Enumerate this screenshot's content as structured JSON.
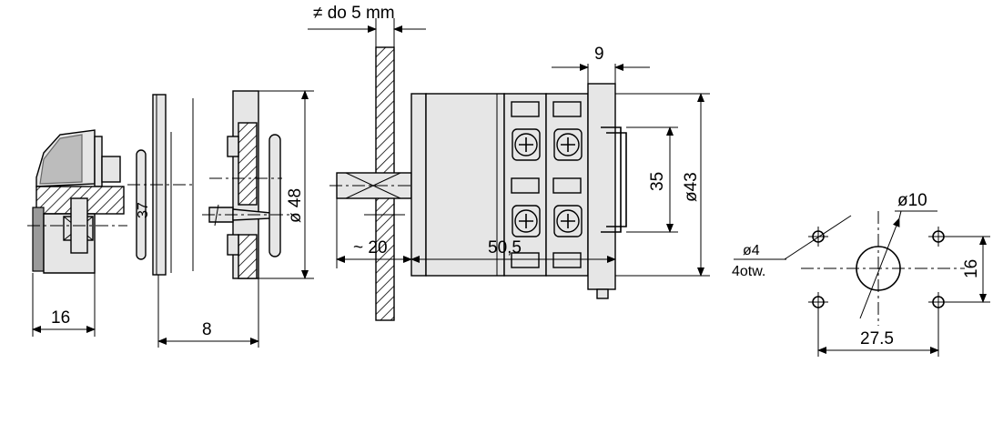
{
  "dimensions": {
    "panel_thickness": "≠ do 5 mm",
    "rail_width": "9",
    "knob_depth": "16",
    "spacing": "8",
    "approx_depth": "~ 20",
    "body_length": "50,5",
    "rail_height": "35",
    "body_height": "ø43",
    "ring_diameter": "ø 48",
    "small_ring": "37",
    "hole_diameter": "ø10",
    "fixing_hole": "ø4",
    "fixing_hole_count": "4otw.",
    "hole_spacing_horizontal": "27.5",
    "hole_spacing_vertical": "16"
  }
}
